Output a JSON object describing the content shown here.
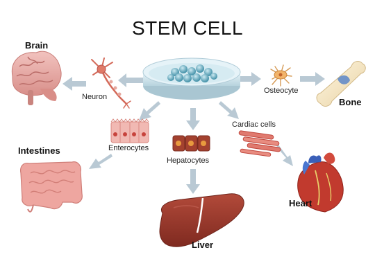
{
  "diagram": {
    "title": "STEM CELL",
    "organs": {
      "brain": "Brain",
      "bone": "Bone",
      "intestines": "Intestines",
      "heart": "Heart",
      "liver": "Liver"
    },
    "cells": {
      "neuron": "Neuron",
      "osteocyte": "Osteocyte",
      "enterocytes": "Enterocytes",
      "hepatocytes": "Hepatocytes",
      "cardiac": "Cardiac cells"
    },
    "colors": {
      "arrow": "#b9c9d4",
      "organ_tissue": "#c8554f",
      "liver": "#9b3b2f",
      "petri_dish": "#cfe6ef",
      "cell_teal": "#5aa7bd"
    }
  }
}
